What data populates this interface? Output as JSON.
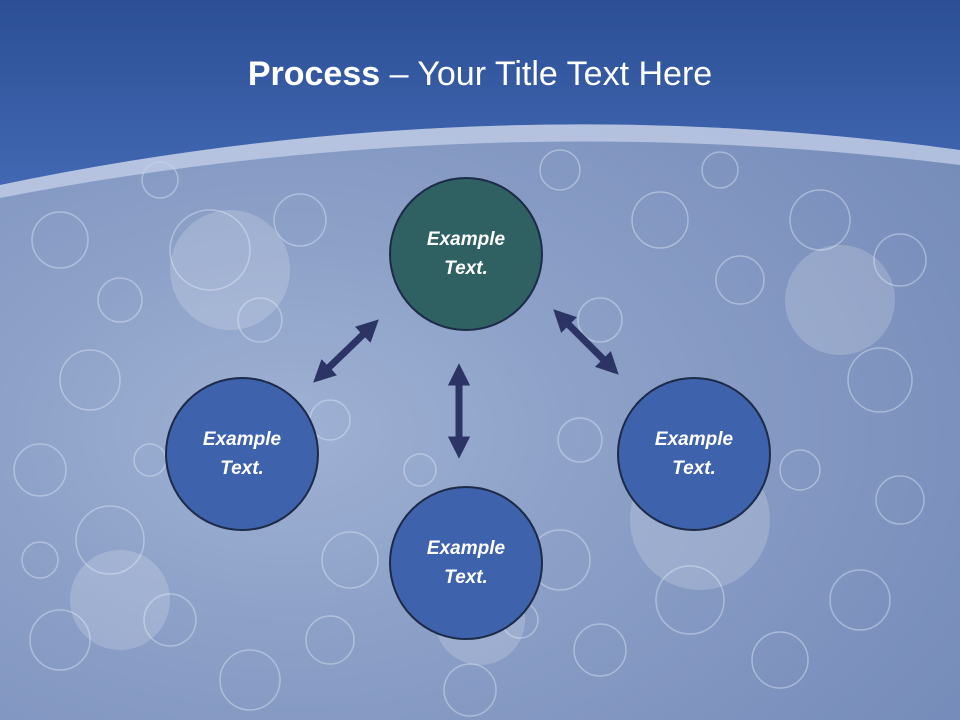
{
  "slide": {
    "title_bold": "Process",
    "title_rest": " – Your Title Text Here"
  },
  "nodes": {
    "top": {
      "line1": "Example",
      "line2": "Text."
    },
    "left": {
      "line1": "Example",
      "line2": "Text."
    },
    "right": {
      "line1": "Example",
      "line2": "Text."
    },
    "bottom": {
      "line1": "Example",
      "line2": "Text."
    }
  },
  "colors": {
    "header_blue": "#3b5fa8",
    "node_top": "#2f6062",
    "node_blue": "#3f62ac",
    "arrow": "#2b3465"
  }
}
